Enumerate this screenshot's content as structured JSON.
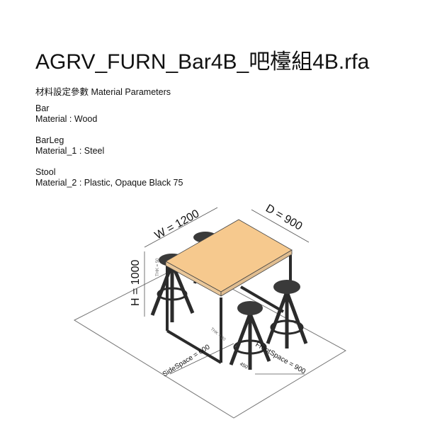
{
  "title": "AGRV_FURN_Bar4B_吧檯組4B.rfa",
  "heading": "材料設定參數 Material Parameters",
  "groups": [
    {
      "name": "Bar",
      "material": "Material :  Wood"
    },
    {
      "name": "BarLeg",
      "material": "Material_1 :  Steel"
    },
    {
      "name": "Stool",
      "material": "Material_2 :  Plastic, Opaque Black 75"
    }
  ],
  "dims": {
    "w": "W = 1200",
    "d": "D = 900",
    "h": "H = 1000",
    "side": "SideSpace = 600",
    "front": "FrontSpace = 900",
    "thk": "THK = 50",
    "thk2": "THK = 30",
    "seat": "450"
  },
  "colors": {
    "wood": "#f6c98e",
    "steel": "#2b2b2b",
    "stool": "#3a3a3a"
  }
}
